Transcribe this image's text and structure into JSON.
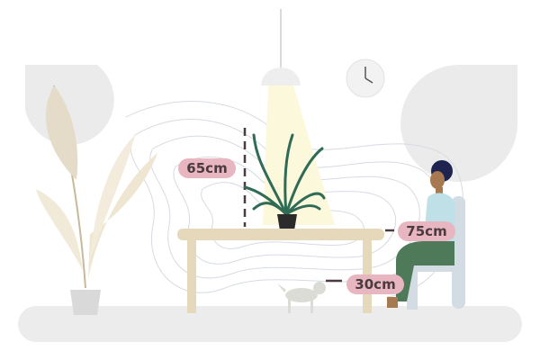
{
  "labels": {
    "lamp_height": "65cm",
    "table_height": "75cm",
    "chair_height": "30cm"
  },
  "colors": {
    "tag": "#e8b6c0",
    "table": "#e6d8bb",
    "floor": "#ececec",
    "pants": "#4f7a5a",
    "shirt": "#bfe0e6",
    "chair": "#d3dce2"
  }
}
